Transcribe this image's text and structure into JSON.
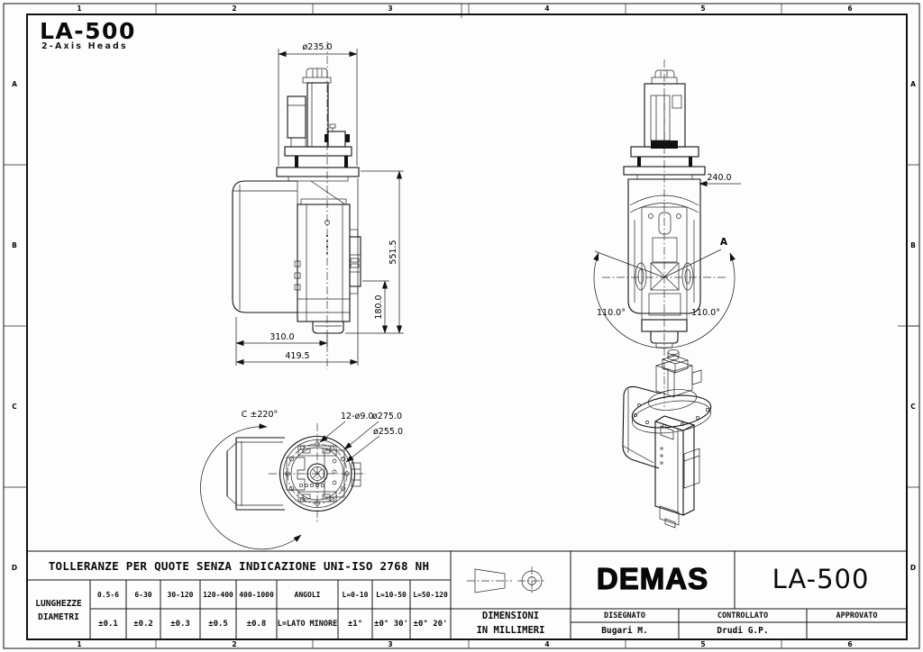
{
  "sheet": {
    "title": "LA-500",
    "subtitle": "2-Axis Heads"
  },
  "grid_refs": {
    "columns": [
      "1",
      "2",
      "3",
      "4",
      "5",
      "6"
    ],
    "rows": [
      "A",
      "B",
      "C",
      "D"
    ]
  },
  "annotations": {
    "side_view": {
      "dia_top": "ø235.0",
      "height_total": "551.5",
      "height_spindle": "180.0",
      "width_body": "310.0",
      "width_total": "419.5"
    },
    "front_view": {
      "width_body": "240.0",
      "tilt_left": "110.0°",
      "tilt_right": "110.0°",
      "view_label": "A"
    },
    "bottom_view": {
      "c_axis": "C ±220°",
      "bolt_holes": "12-ø9.0",
      "bolt_circle_dia": "ø275.0",
      "pilot_dia": "ø255.0"
    }
  },
  "tolerance_table": {
    "title": "TOLLERANZE PER QUOTE SENZA INDICAZIONE UNI-ISO 2768 NH",
    "row_header_line1": "LUNGHEZZE",
    "row_header_line2": "DIAMETRI",
    "ranges": [
      "0.5-6",
      "6-30",
      "30-120",
      "120-400",
      "400-1000",
      "ANGOLI",
      "L=0-10",
      "L=10-50",
      "L=50-120"
    ],
    "values": [
      "±0.1",
      "±0.2",
      "±0.3",
      "±0.5",
      "±0.8",
      "L=LATO MINORE",
      "±1°",
      "±0° 30'",
      "±0° 20'"
    ]
  },
  "title_block": {
    "company": "DEMAS",
    "model": "LA-500",
    "units_line1": "DIMENSIONI",
    "units_line2": "IN MILLIMERI",
    "drawn_label": "DISEGNATO",
    "drawn_value": "Bugari M.",
    "checked_label": "CONTROLLATO",
    "checked_value": "Drudi G.P.",
    "approved_label": "APPROVATO",
    "approved_value": ""
  }
}
